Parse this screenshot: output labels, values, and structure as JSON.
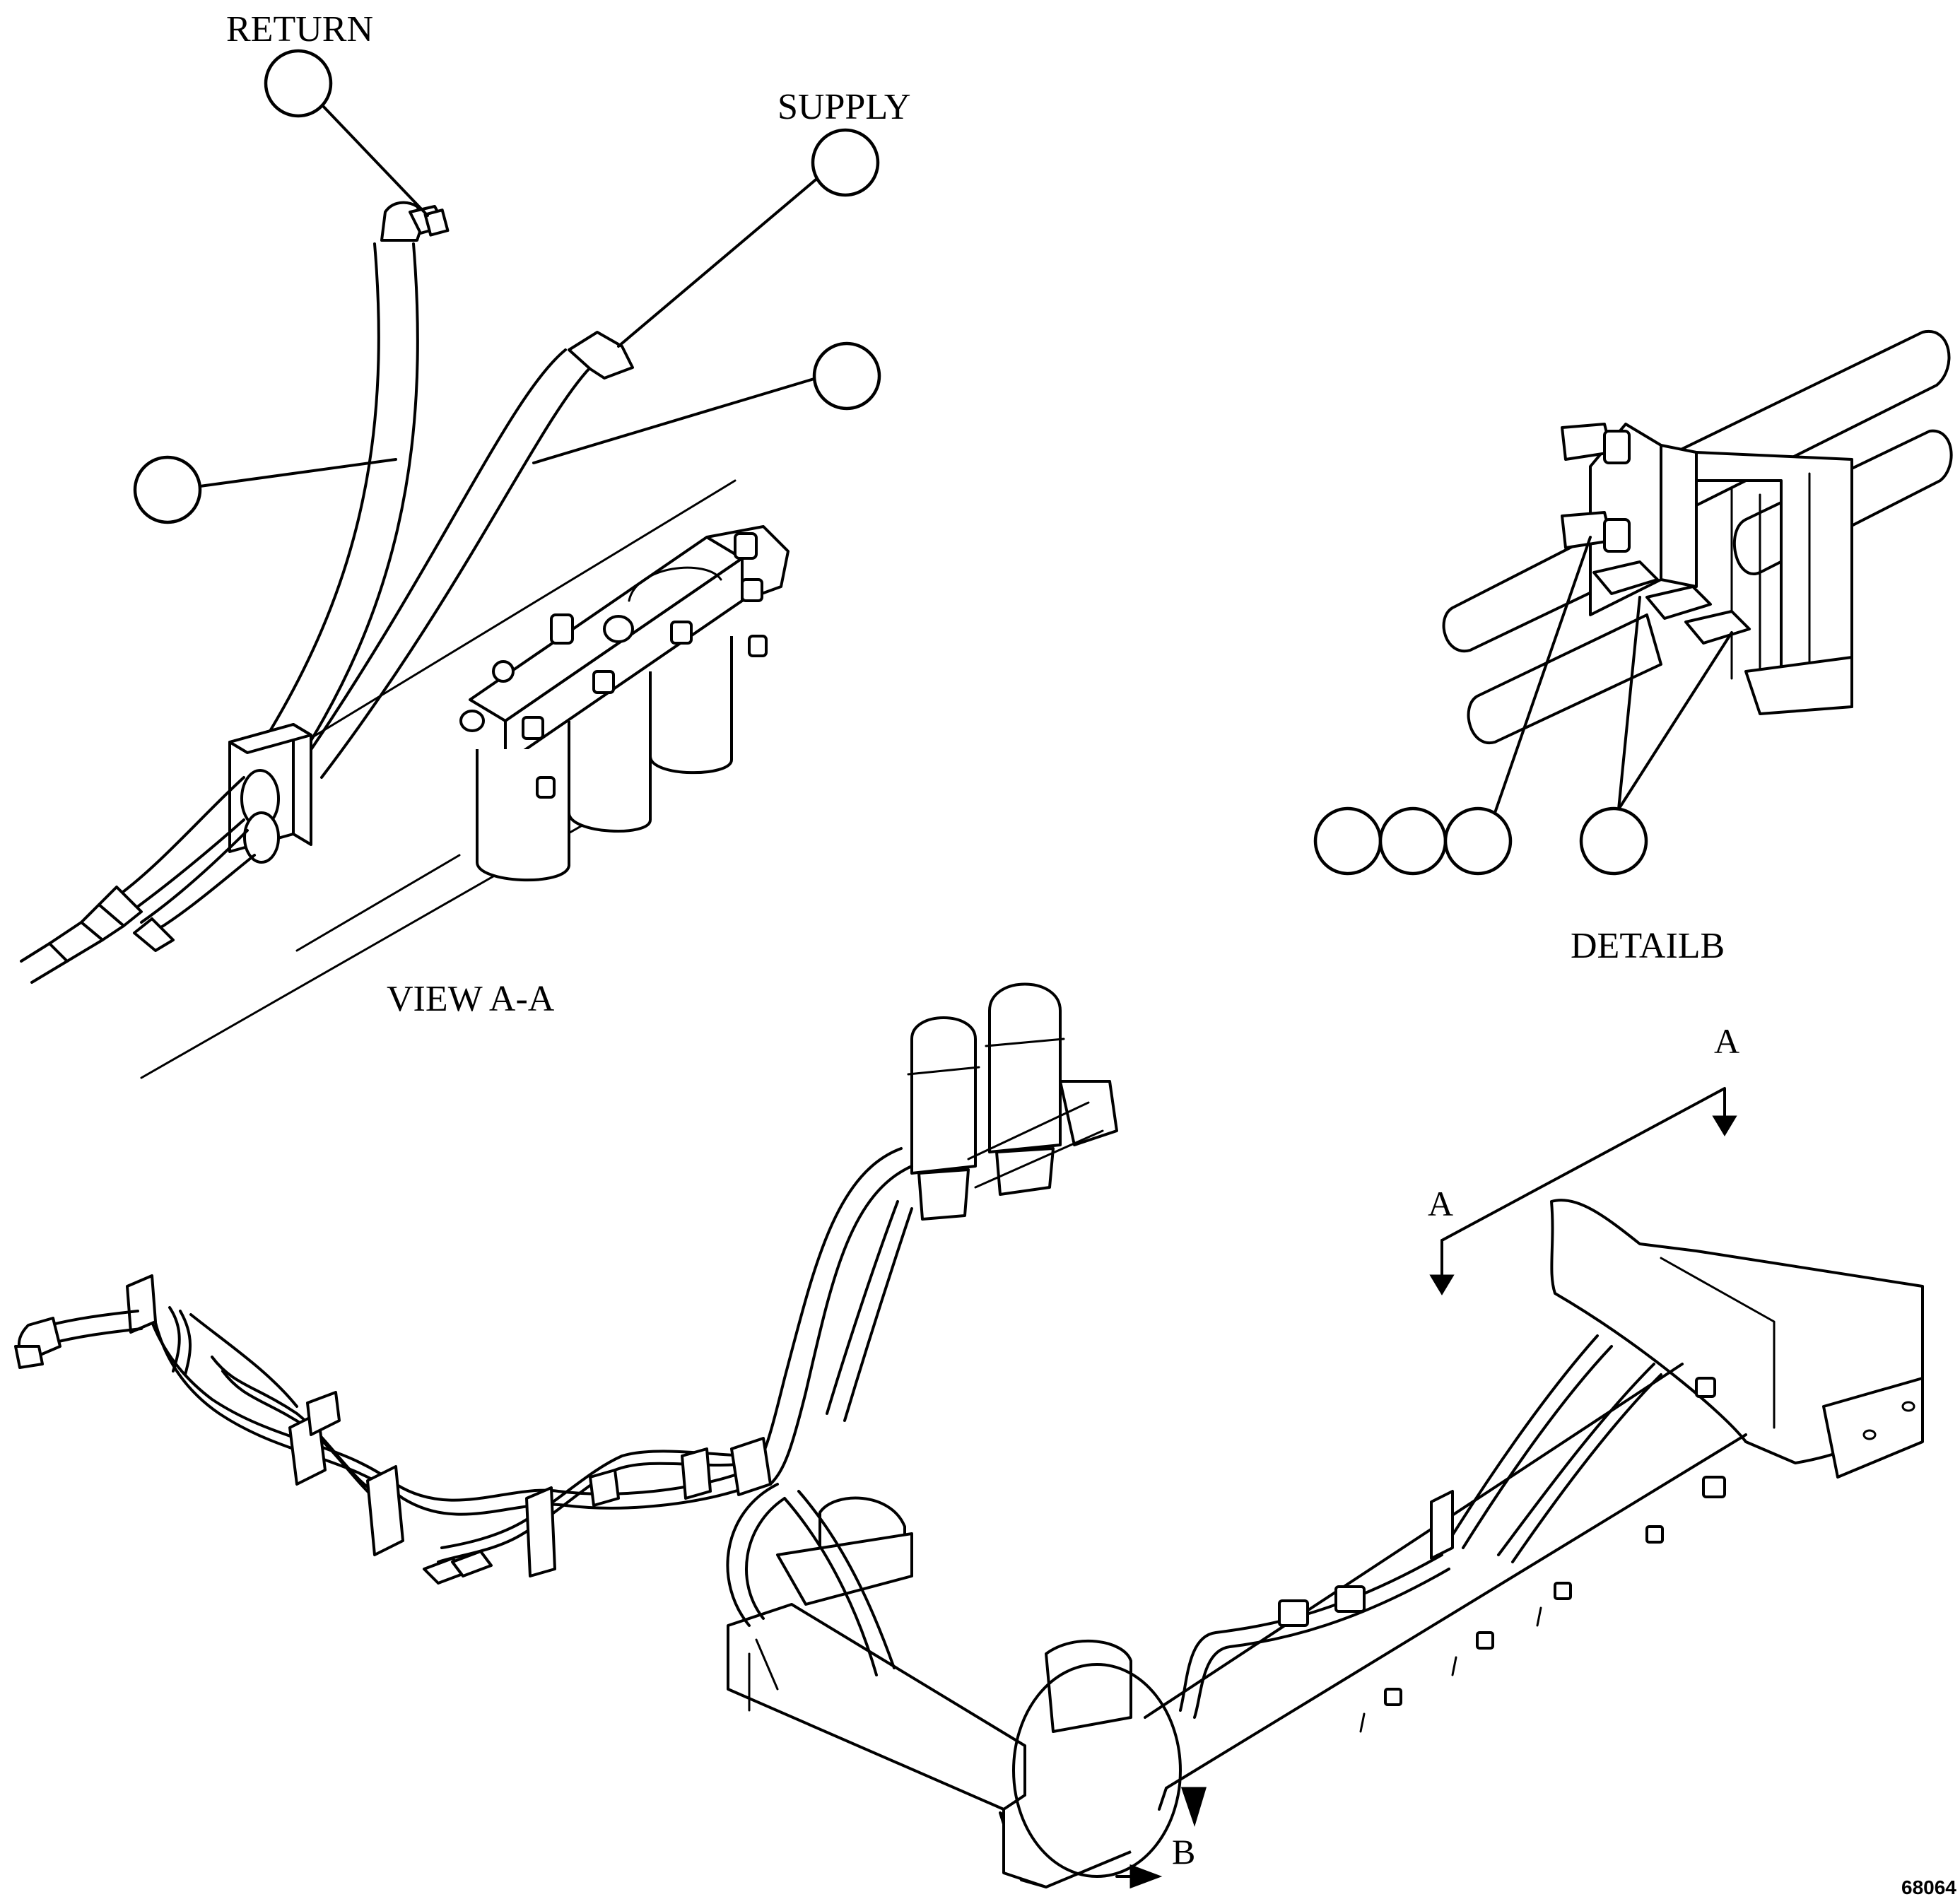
{
  "labels": {
    "return": "RETURN",
    "supply": "SUPPLY",
    "view_aa": "VIEW A-A",
    "detail_b": "DETAILB",
    "section_a_right": "A",
    "section_a_left": "A",
    "detail_marker_b": "B",
    "figure_number": "68064"
  }
}
